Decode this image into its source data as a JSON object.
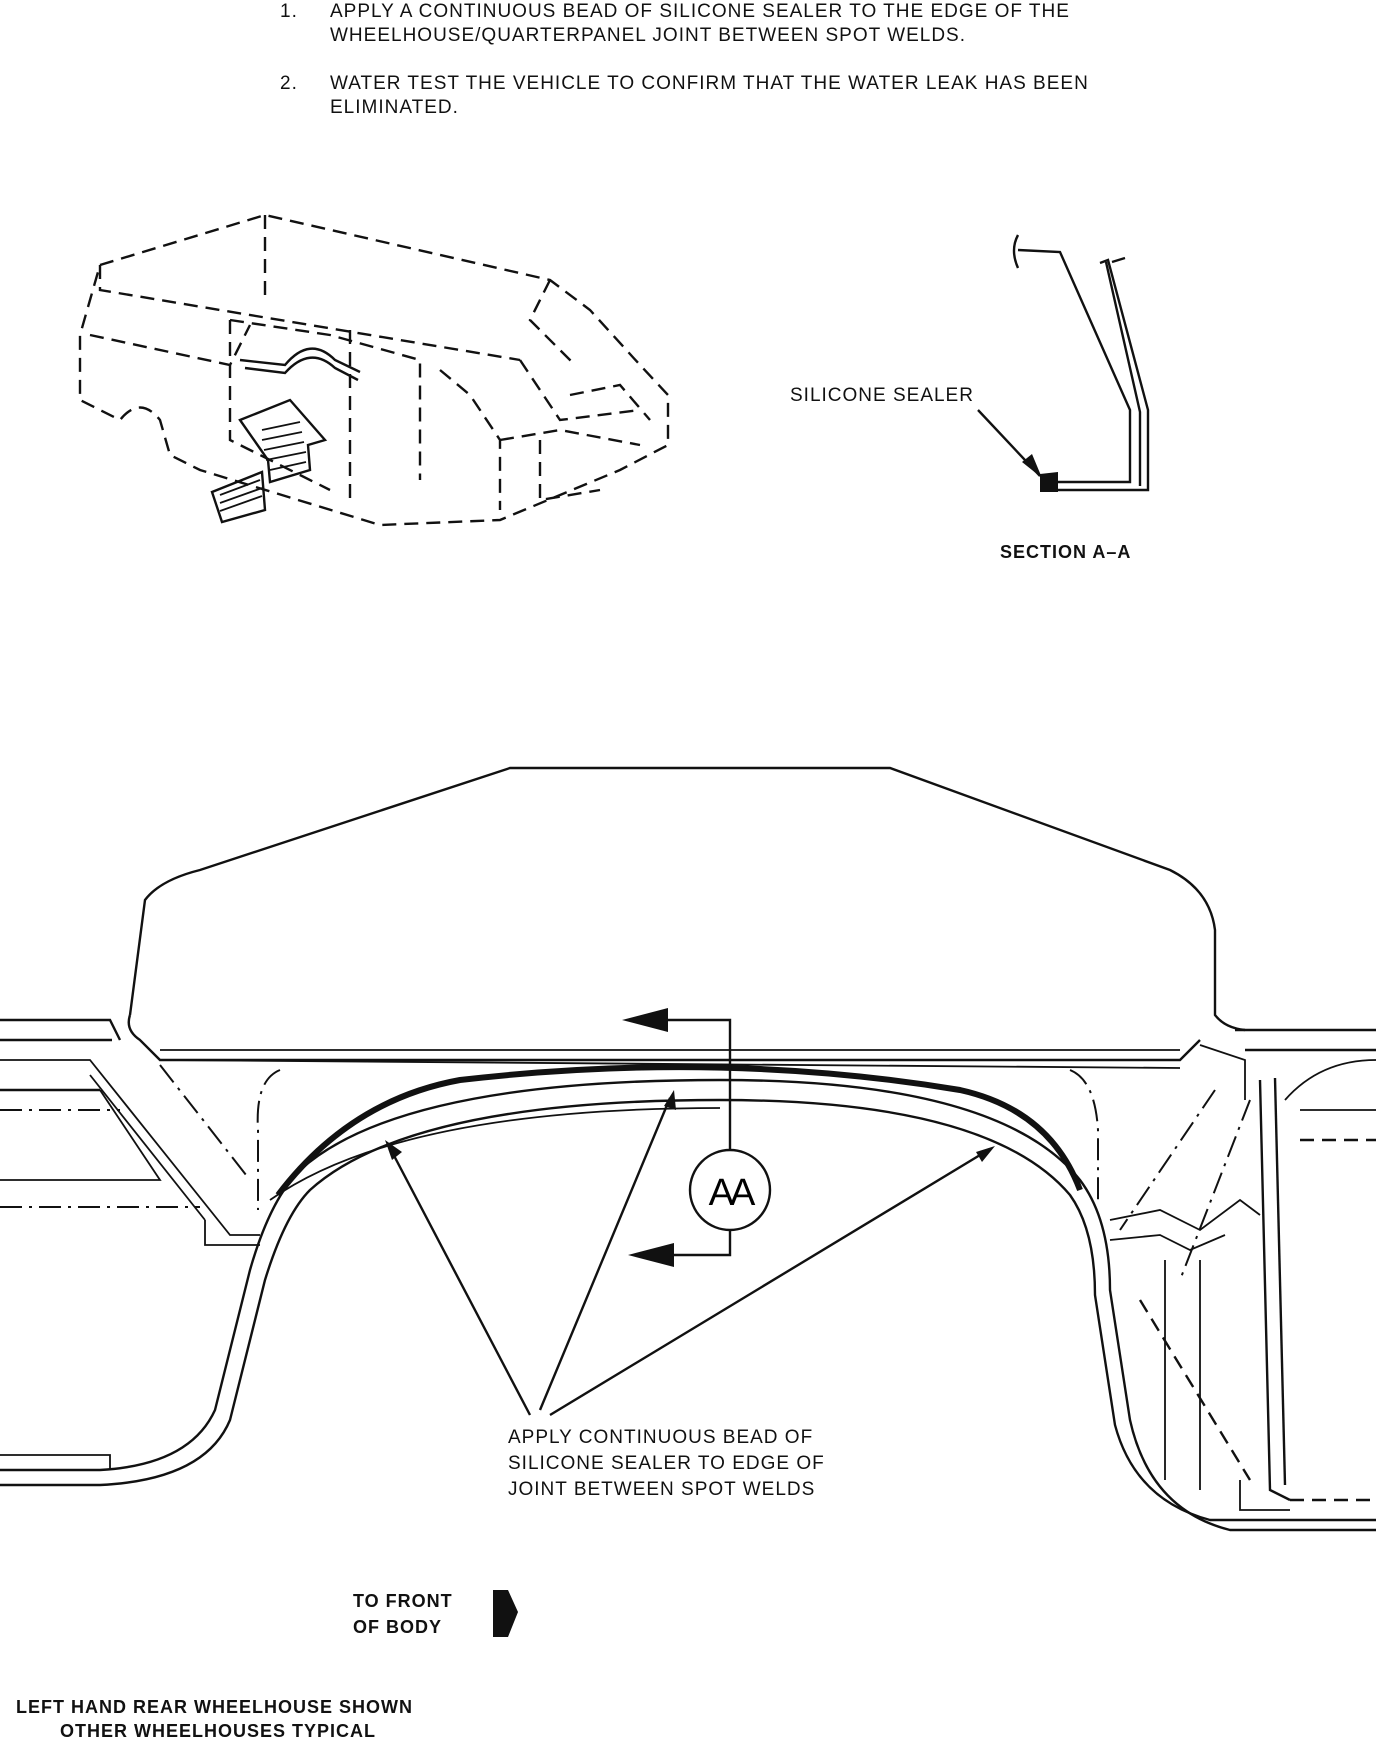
{
  "instructions": [
    {
      "num": "1.",
      "text": "APPLY A CONTINUOUS BEAD OF SILICONE SEALER TO THE EDGE OF THE WHEELHOUSE/QUARTERPANEL JOINT BETWEEN SPOT WELDS."
    },
    {
      "num": "2.",
      "text": "WATER TEST THE VEHICLE TO CONFIRM THAT THE WATER LEAK HAS BEEN ELIMINATED."
    }
  ],
  "section_view": {
    "sealer_label": "SILICONE SEALER",
    "title": "SECTION A–A"
  },
  "main_view": {
    "section_marker": "AA",
    "callout_line1": "APPLY CONTINUOUS BEAD OF",
    "callout_line2": "SILICONE SEALER TO EDGE OF",
    "callout_line3": "JOINT BETWEEN SPOT WELDS",
    "direction_line1": "TO FRONT",
    "direction_line2": "OF BODY",
    "direction_icon": "arrow-right-icon"
  },
  "footer": {
    "line1": "LEFT HAND REAR WHEELHOUSE SHOWN",
    "line2": "OTHER WHEELHOUSES TYPICAL"
  }
}
